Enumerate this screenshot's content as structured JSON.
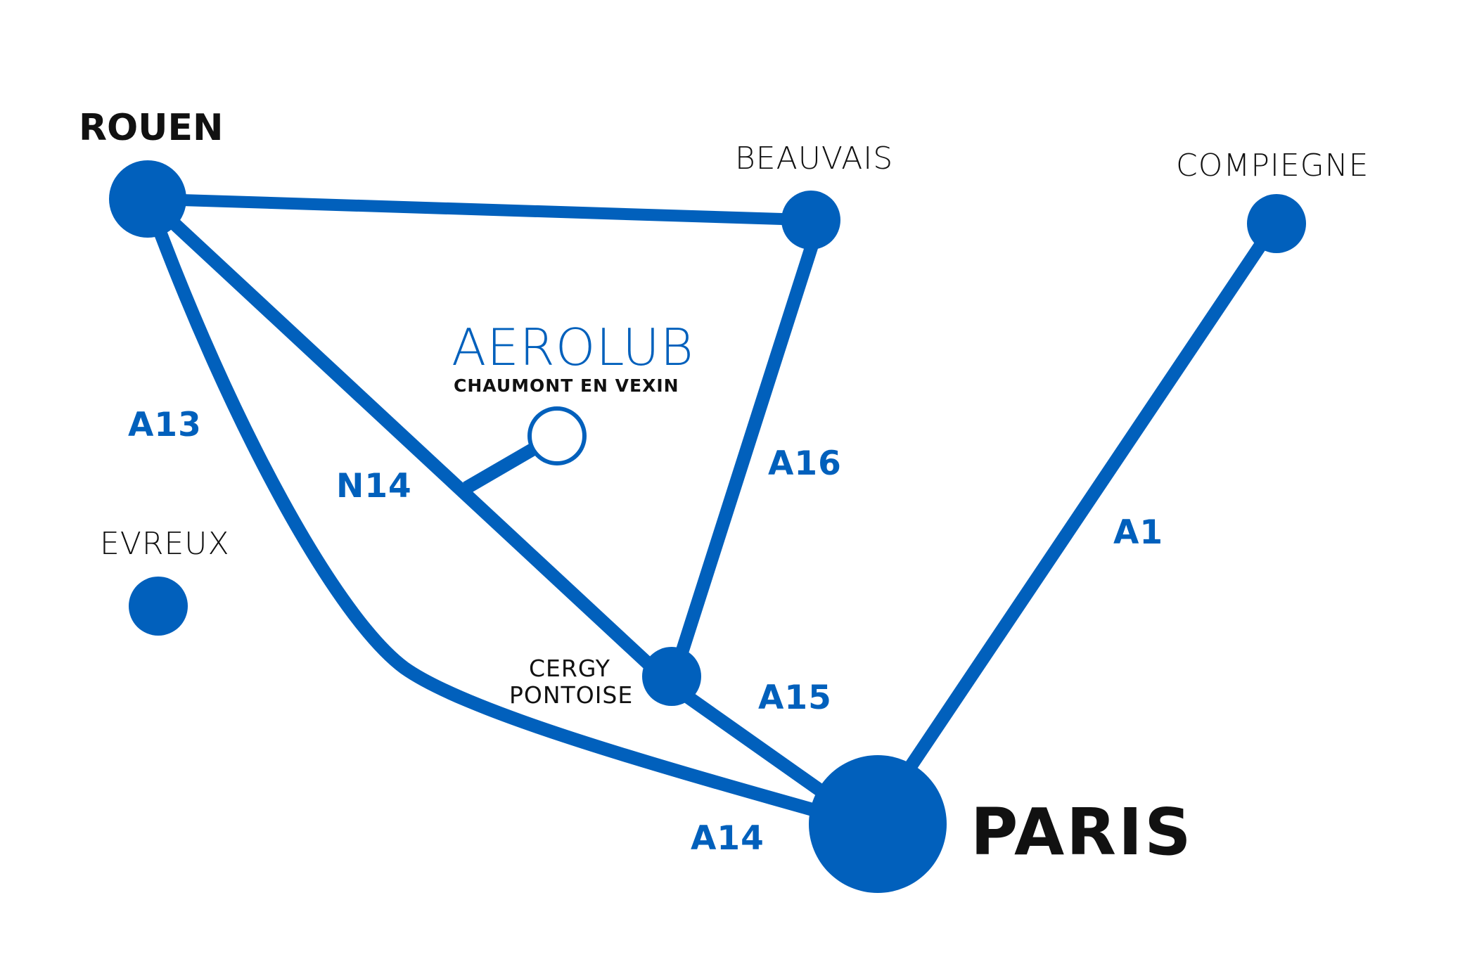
{
  "colors": {
    "road": "#0160bc",
    "node": "#0160bc",
    "text": "#111111",
    "background": "#ffffff"
  },
  "brand": {
    "name": "AEROLUB",
    "location": "CHAUMONT EN VEXIN"
  },
  "cities": {
    "rouen": "ROUEN",
    "beauvais": "BEAUVAIS",
    "compiegne": "COMPIEGNE",
    "evreux": "EVREUX",
    "cergy_line1": "CERGY",
    "cergy_line2": "PONTOISE",
    "paris": "PARIS"
  },
  "roads": {
    "a13": "A13",
    "n14": "N14",
    "a16": "A16",
    "a1": "A1",
    "a15": "A15",
    "a14": "A14"
  }
}
